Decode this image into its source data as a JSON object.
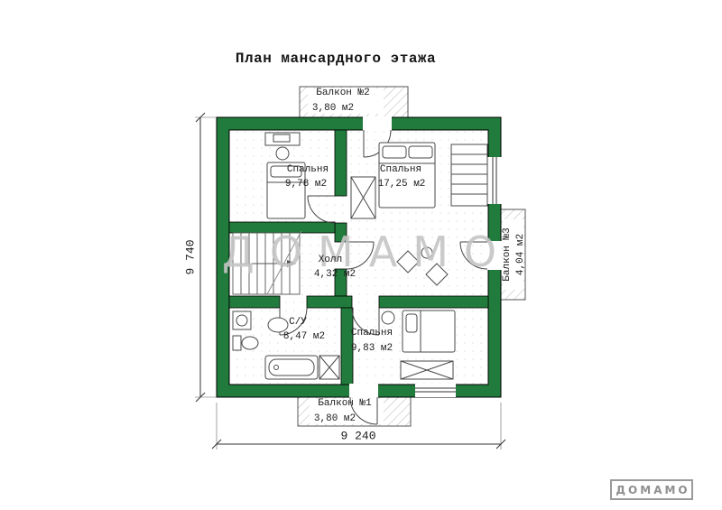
{
  "title": "План мансардного этажа",
  "watermark": "ДОМАМО",
  "logo": "ДОМАМО",
  "colors": {
    "wall_green": "#217b3c",
    "watermark_gray": "#c5c5c5",
    "hatch_gray": "#b5b5b5",
    "line_dark": "#3a3a3a"
  },
  "rooms": {
    "bedroom_top_left": {
      "name": "Спальня",
      "area": "9,78 м2"
    },
    "bedroom_top_right": {
      "name": "Спальня",
      "area": "17,25 м2"
    },
    "hall": {
      "name": "Холл",
      "area": "4,32 м2"
    },
    "bathroom": {
      "name": "С/У",
      "area": "8,47 м2"
    },
    "bedroom_bottom": {
      "name": "Спальня",
      "area": "9,83 м2"
    },
    "balcony1": {
      "name": "Балкон №1",
      "area": "3,80 м2"
    },
    "balcony2": {
      "name": "Балкон №2",
      "area": "3,80 м2"
    },
    "balcony3": {
      "name": "Балкон №3",
      "area": "4,04 м2"
    }
  },
  "dimensions": {
    "height": "9 740",
    "width": "9 240"
  }
}
